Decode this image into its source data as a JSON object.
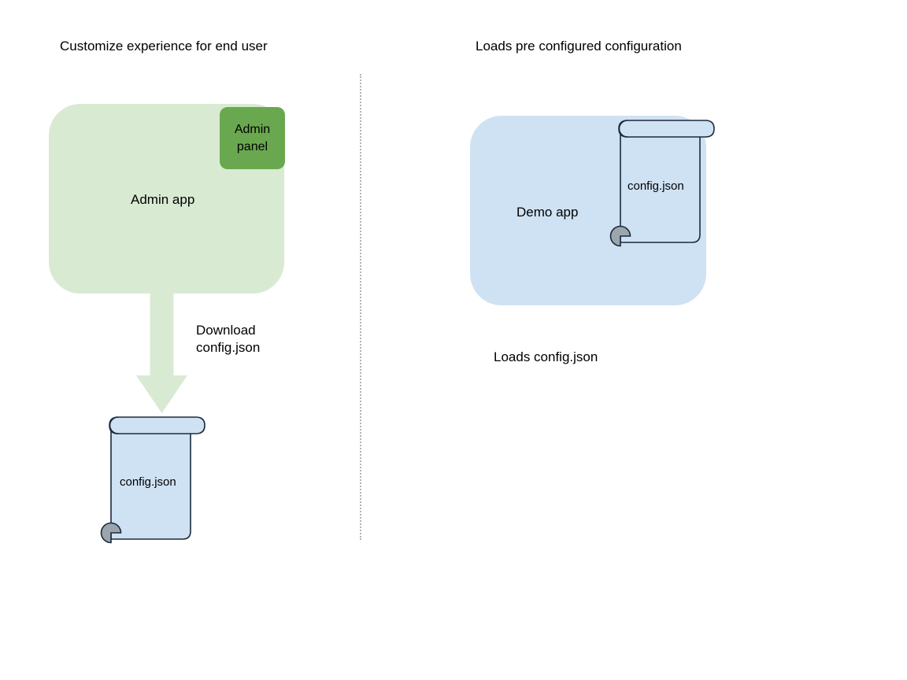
{
  "diagram": {
    "title_left": "Customize experience for end user",
    "title_right": "Loads pre configured configuration",
    "divider": {
      "style": "dotted",
      "color": "#b3b3b3"
    }
  },
  "left_flow": {
    "app_box": {
      "label": "Admin app",
      "fill": "#d9ead3"
    },
    "tag": {
      "label_line1": "Admin",
      "label_line2": "panel",
      "fill": "#6aa84f"
    },
    "arrow": {
      "label_line1": "Download",
      "label_line2": "config.json",
      "fill": "#d9ead3",
      "direction": "down"
    },
    "document": {
      "label": "config.json",
      "fill": "#cfe2f3",
      "stroke": "#1b2a3d",
      "roll_fill": "#9aa5ae"
    }
  },
  "right_flow": {
    "app_box": {
      "label": "Demo app",
      "fill": "#cfe2f3"
    },
    "document": {
      "label": "config.json",
      "fill": "none",
      "stroke": "#1b2a3d",
      "roll_fill": "#9aa5ae"
    },
    "caption": "Loads config.json"
  }
}
